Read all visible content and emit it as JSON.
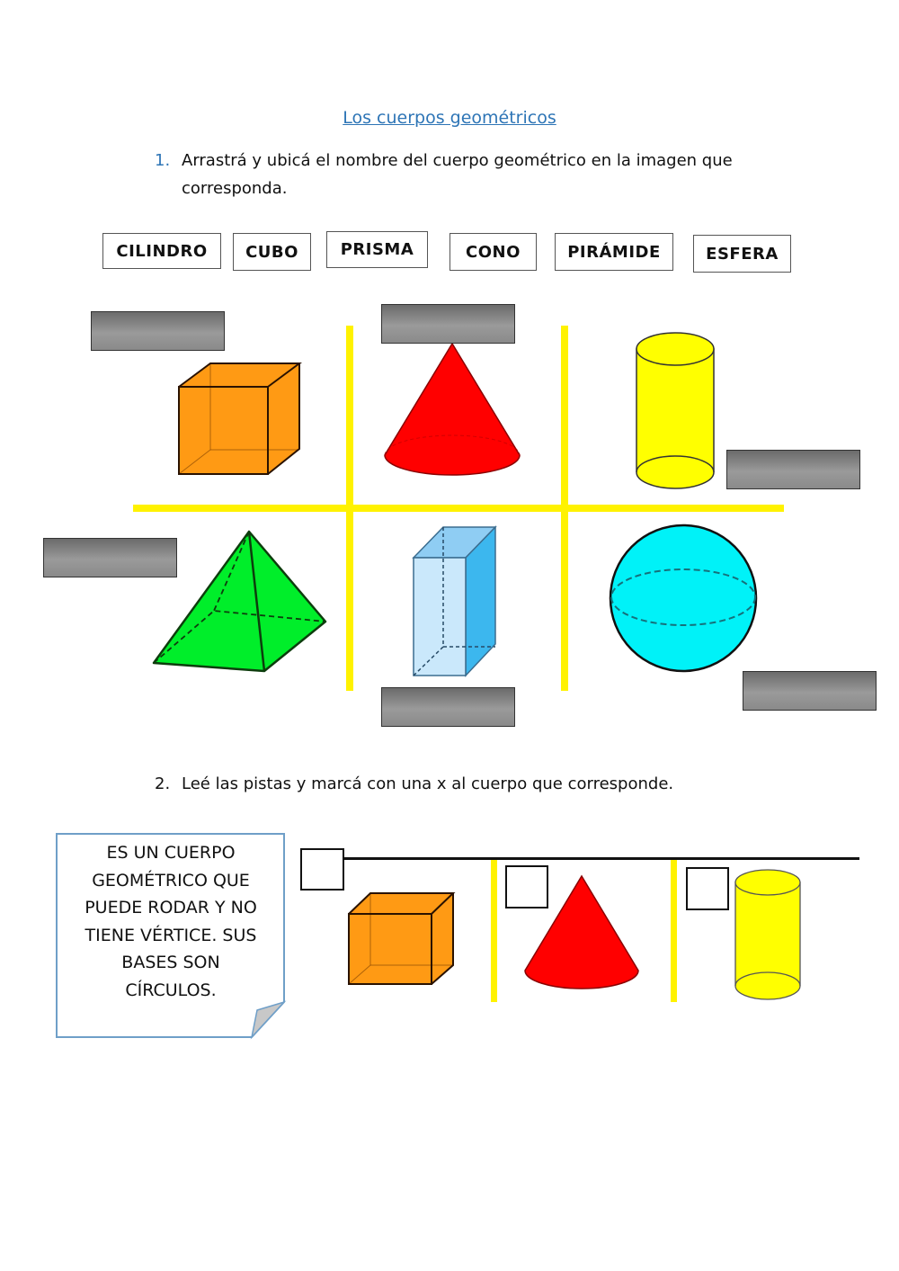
{
  "title": "Los cuerpos geométricos",
  "exercise1": {
    "number": "1.",
    "instruction_line1": "Arrastrá y ubicá el nombre del cuerpo geométrico en la imagen que",
    "instruction_line2": "corresponda.",
    "word_bank": [
      "CILINDRO",
      "CUBO",
      "PRISMA",
      "CONO",
      "PIRÁMIDE",
      "ESFERA"
    ],
    "shapes": [
      "cube",
      "cone",
      "cylinder",
      "pyramid",
      "prism",
      "sphere"
    ],
    "drop_zones_count": 6
  },
  "exercise2": {
    "number": "2.",
    "instruction": "Leé las pistas y marcá con una x al cuerpo que corresponde.",
    "clue_lines": [
      "ES UN CUERPO",
      "GEOMÉTRICO QUE",
      "PUEDE RODAR Y NO",
      "TIENE VÉRTICE. SUS",
      "BASES SON",
      "CÍRCULOS."
    ],
    "options": [
      "cube",
      "cone",
      "cylinder"
    ]
  },
  "colors": {
    "title": "#2e75b6",
    "grid_lines": "#fff200",
    "cube": "#ff9a14",
    "cone": "#ff0000",
    "cylinder": "#ffff00",
    "pyramid": "#00ee2a",
    "prism": "#b6e0fb",
    "sphere": "#00f2f8"
  }
}
